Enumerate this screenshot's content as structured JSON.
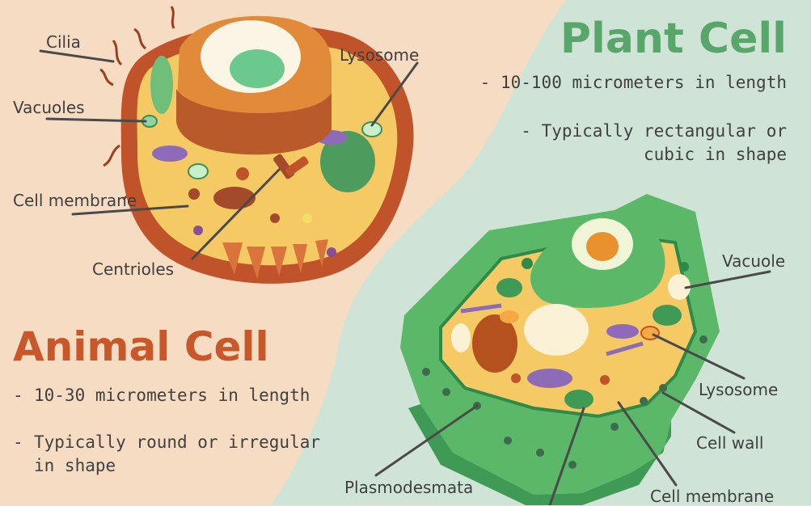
{
  "colors": {
    "animal_bg": "#f6dcc3",
    "plant_bg": "#cfe4d6",
    "animal_title": "#c8582a",
    "plant_title": "#58a66a",
    "text": "#404040",
    "leader": "#4a4a4a"
  },
  "animal": {
    "title": "Animal Cell",
    "bullets": [
      {
        "dash": "-",
        "text": "10-30 micrometers in length"
      },
      {
        "dash": "-",
        "line1": "Typically round or irregular",
        "line2": "in shape"
      }
    ],
    "labels": {
      "cilia": "Cilia",
      "vacuoles": "Vacuoles",
      "cell_membrane": "Cell membrane",
      "centrioles": "Centrioles",
      "lysosome": "Lysosome"
    }
  },
  "plant": {
    "title": "Plant Cell",
    "bullets": [
      {
        "dash": "-",
        "text": "10-100 micrometers in length"
      },
      {
        "dash": "-",
        "line1": "Typically rectangular or",
        "line2": "cubic in shape"
      }
    ],
    "labels": {
      "vacuole": "Vacuole",
      "lysosome": "Lysosome",
      "cell_wall": "Cell wall",
      "cell_membrane": "Cell membrane",
      "plasmodesmata": "Plasmodesmata"
    }
  }
}
